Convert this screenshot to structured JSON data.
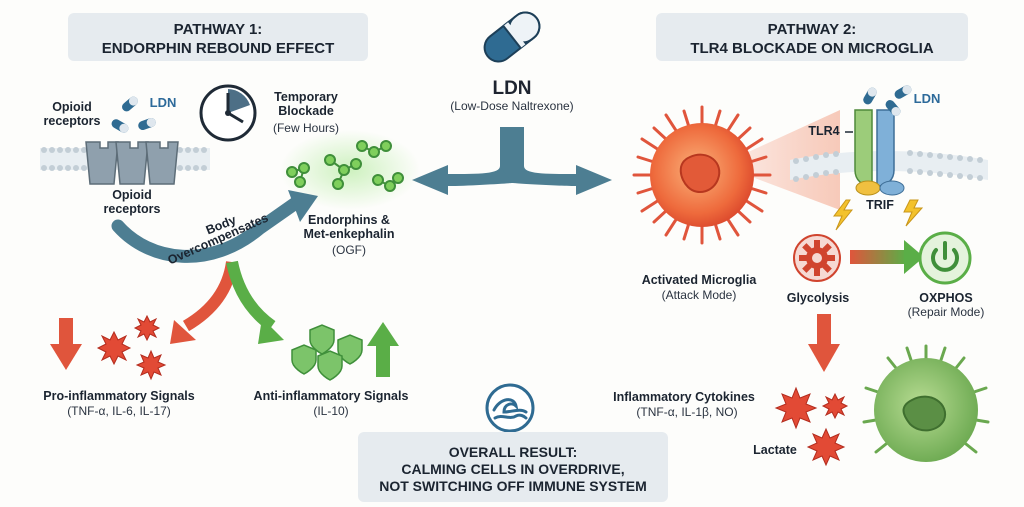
{
  "pathway1": {
    "title_line1": "PATHWAY 1:",
    "title_line2": "ENDORPHIN REBOUND EFFECT",
    "ldn_tag": "LDN",
    "opioid_receptors_top": "Opioid\nreceptors",
    "opioid_receptors_bottom": "Opioid\nreceptors",
    "blockade_label": "Temporary\nBlockade",
    "blockade_sub": "(Few Hours)",
    "overcomp_line1": "Body",
    "overcomp_line2": "Overcompensates",
    "endorphins_label": "Endorphins &\nMet-enkephalin",
    "endorphins_sub": "(OGF)",
    "pro_label": "Pro-inflammatory Signals",
    "pro_sub": "(TNF-α, IL-6, IL-17)",
    "anti_label": "Anti-inflammatory Signals",
    "anti_sub": "(IL-10)"
  },
  "center": {
    "ldn_title": "LDN",
    "ldn_sub": "(Low-Dose Naltrexone)"
  },
  "pathway2": {
    "title_line1": "PATHWAY 2:",
    "title_line2": "TLR4 BLOCKADE ON MICROGLIA",
    "ldn_tag": "LDN",
    "tlr4_label": "TLR4",
    "trif_label": "TRIF",
    "microglia_label": "Activated Microglia",
    "microglia_sub": "(Attack Mode)",
    "glycolysis_label": "Glycolysis",
    "oxphos_label": "OXPHOS",
    "oxphos_sub": "(Repair Mode)",
    "cytokines_label": "Inflammatory Cytokines",
    "cytokines_sub": "(TNF-α, IL-1β, NO)",
    "lactate_label": "Lactate"
  },
  "result": {
    "line1": "OVERALL RESULT:",
    "line2": "CALMING CELLS IN OVERDRIVE,",
    "line3": "NOT SWITCHING OFF IMMUNE SYSTEM"
  },
  "colors": {
    "teal_arrow": "#4d7e92",
    "red": "#e24a35",
    "green": "#5aae47",
    "box_bg": "#e6ebef",
    "ldn_blue": "#2d6a9a"
  },
  "icons": [
    "capsule-icon",
    "clock-icon",
    "gear-icon",
    "power-icon",
    "wave-icon",
    "shield-icon",
    "cytokine-icon",
    "molecule-icon"
  ]
}
